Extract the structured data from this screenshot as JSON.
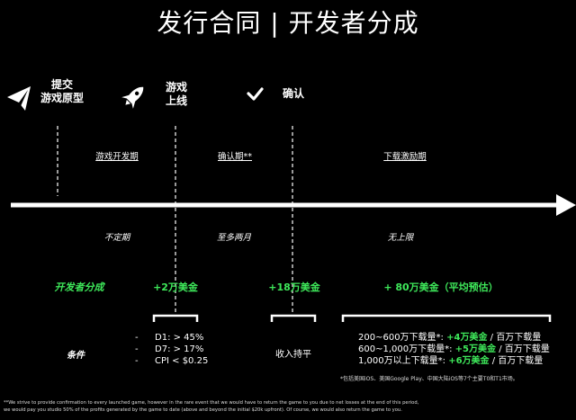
{
  "title": "发行合同 | 开发者分成",
  "milestones": [
    {
      "icon": "paper-plane-icon",
      "label_lines": [
        "提交",
        "游戏原型"
      ]
    },
    {
      "icon": "rocket-icon",
      "label_lines": [
        "游戏",
        "上线"
      ]
    },
    {
      "icon": "checkmark-icon",
      "label_lines": [
        "确认"
      ]
    }
  ],
  "phases": [
    "游戏开发期",
    "确认期**",
    "下载激励期"
  ],
  "durations": [
    "不定期",
    "至多两月",
    "无上限"
  ],
  "revenue": {
    "label": "开发者分成",
    "launch_bonus": "+2万美金",
    "confirm_bonus": "+18万美金",
    "download_bonus": "+ 80万美金（平均预估）"
  },
  "conditions": {
    "label": "条件",
    "bullets": [
      "-",
      "-",
      "-"
    ],
    "metrics": [
      "D1:  > 45%",
      "D7:  > 17%",
      "CPI  < $0.25"
    ],
    "confirm_text": "收入持平",
    "download_tiers": [
      {
        "range": "200~600万下载量*:",
        "bonus": "+4万美金",
        "unit": "/ 百万下载量"
      },
      {
        "range": "600~1,000万下载量*:",
        "bonus": "+5万美金",
        "unit": "/ 百万下载量"
      },
      {
        "range": "1,000万以上下载量*:",
        "bonus": "+6万美金",
        "unit": "/ 百万下载量"
      }
    ],
    "tier_note": "*包括美国iOS、美国Google Play、中国大陆iOS等7个主要T0和T1市场。"
  },
  "footnote_lines": [
    "**We strive to provide confirmation to every launched game, however in the rare event that we would have to return the game to you due to net losses at the end of this period,",
    "we would pay you studio 50% of the profits generated by the game to date (above and  beyond the initial $20k upfront). Of course, we would also return the game to you."
  ],
  "colors": {
    "background": "#000000",
    "text": "#ffffff",
    "accent_green": "#3ee85a"
  }
}
